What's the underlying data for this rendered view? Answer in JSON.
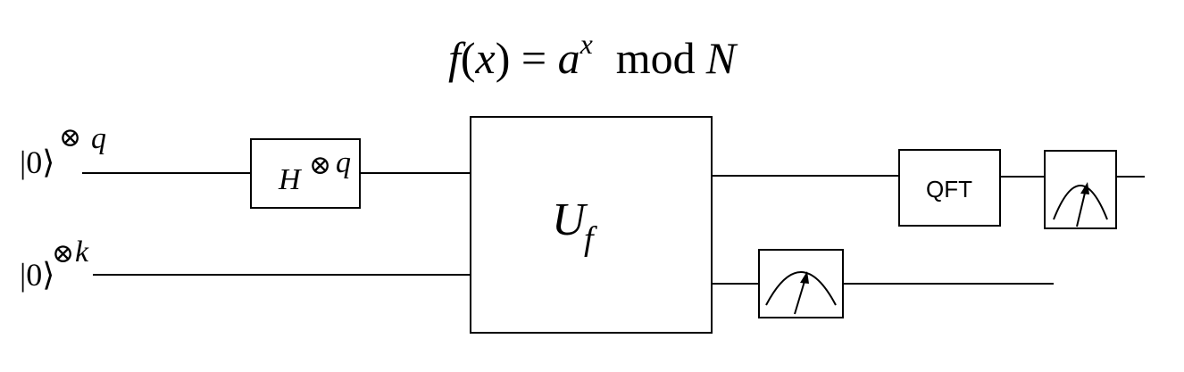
{
  "formula": {
    "f": "f",
    "open": "(",
    "x": "x",
    "close_eq": ") = ",
    "base": "a",
    "exp": "x",
    "mod": "mod",
    "N": "N"
  },
  "inputs": {
    "top": {
      "ket": "|0⟩",
      "tensor": "⊗",
      "power": "q"
    },
    "bottom": {
      "ket": "|0⟩",
      "tensor": "⊗",
      "power": "k"
    }
  },
  "hadamard_gate": {
    "H": "H",
    "tensor": "⊗",
    "power": "q"
  },
  "unitary_gate": {
    "U": "U",
    "sub": "f"
  },
  "qft_gate": {
    "label": "QFT"
  },
  "colors": {
    "stroke": "#000000",
    "background": "#ffffff"
  }
}
